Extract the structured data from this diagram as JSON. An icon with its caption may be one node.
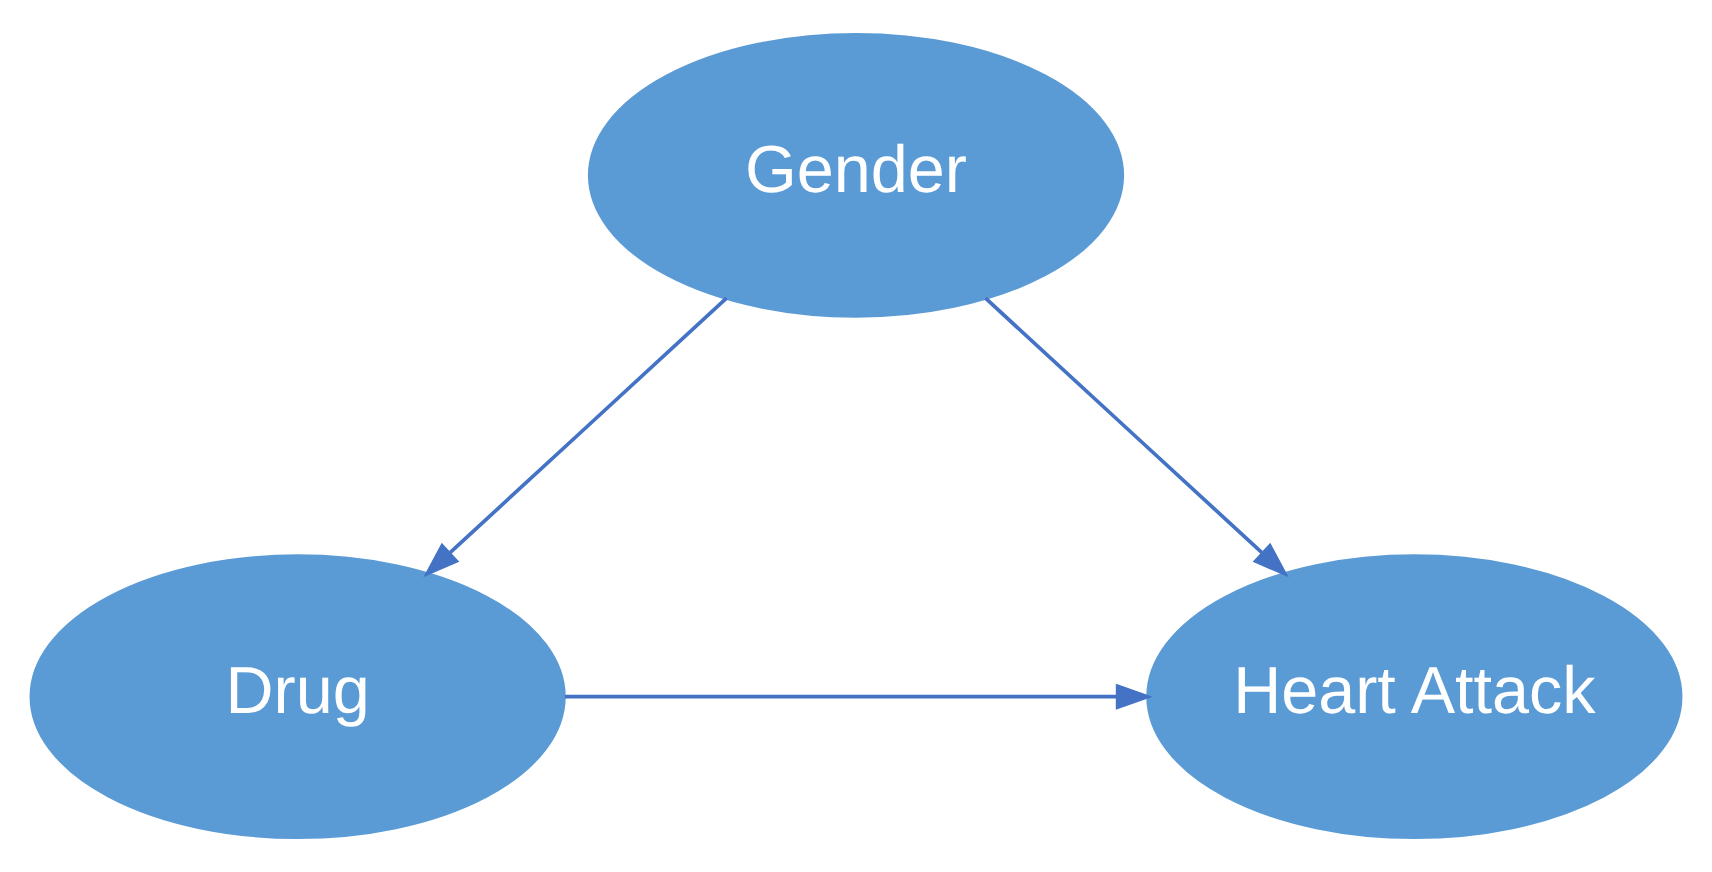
{
  "diagram": {
    "nodes": [
      {
        "text": [
          "Gender"
        ]
      },
      {
        "text": [
          "Drug"
        ]
      },
      {
        "text": [
          "Heart Attack"
        ]
      }
    ],
    "edges": [
      {
        "from": 0,
        "to": 1,
        "arrow": "to"
      },
      {
        "from": 0,
        "to": 2,
        "arrow": "to"
      },
      {
        "from": 1,
        "to": 2,
        "arrow": "to"
      }
    ]
  }
}
